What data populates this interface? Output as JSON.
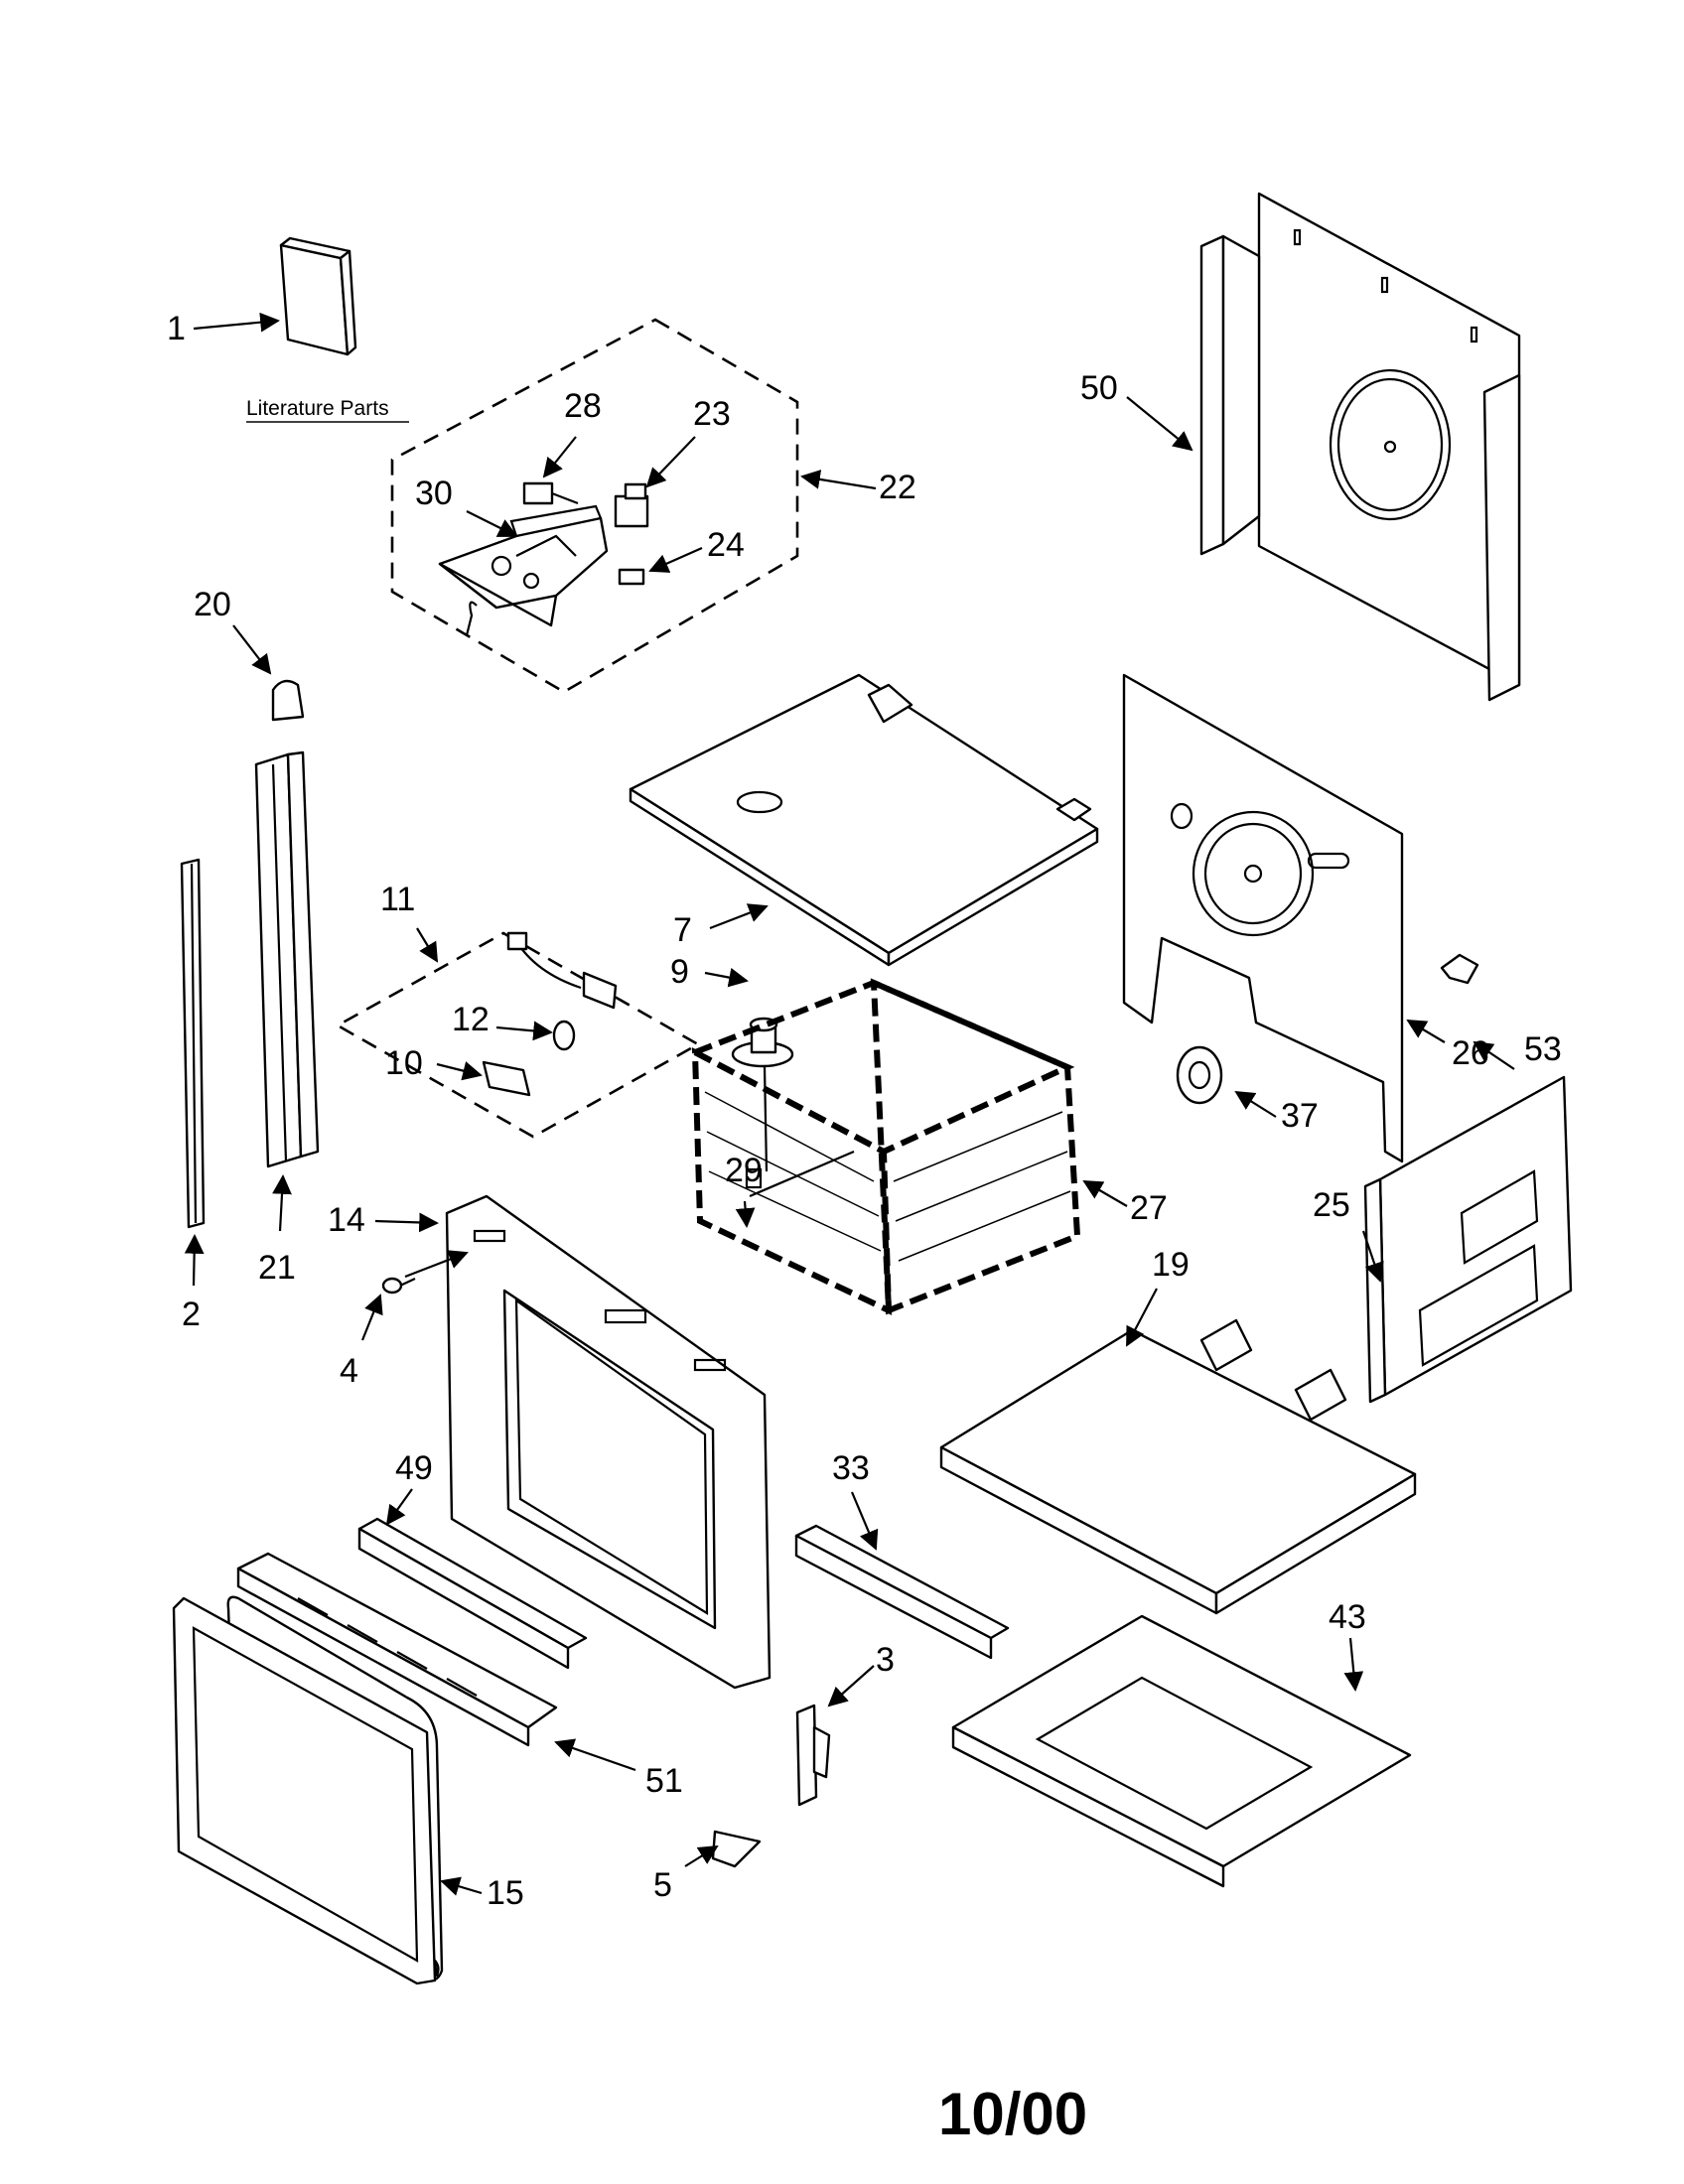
{
  "literature_caption": "Literature Parts",
  "revision_date": "10/00",
  "callouts": [
    "1",
    "28",
    "23",
    "30",
    "22",
    "24",
    "50",
    "20",
    "7",
    "11",
    "9",
    "12",
    "10",
    "26",
    "53",
    "37",
    "2",
    "21",
    "29",
    "14",
    "27",
    "25",
    "4",
    "19",
    "49",
    "33",
    "43",
    "3",
    "51",
    "5",
    "15"
  ]
}
